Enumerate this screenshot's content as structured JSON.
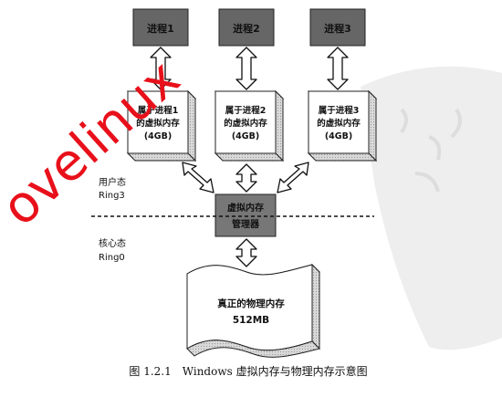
{
  "processes": [
    {
      "top_label": "进程1",
      "memory_lines": [
        "属于进程1",
        "的虚拟内存",
        "(4GB)"
      ]
    },
    {
      "top_label": "进程2",
      "memory_lines": [
        "属于进程2",
        "的虚拟内存",
        "(4GB)"
      ]
    },
    {
      "top_label": "进程3",
      "memory_lines": [
        "属于进程3",
        "的虚拟内存",
        "(4GB)"
      ]
    }
  ],
  "user_mode": {
    "line1": "用户态",
    "line2": "Ring3"
  },
  "kernel_mode": {
    "line1": "核心态",
    "line2": "Ring0"
  },
  "vmm": {
    "line1": "虚拟内存",
    "line2": "管理器"
  },
  "physical": {
    "line1": "真正的物理内存",
    "line2": "512MB"
  },
  "caption": "图 1.2.1　Windows 虚拟内存与物理内存示意图",
  "watermark": {
    "text": "ovelinux"
  },
  "colors": {
    "process_box": "#666666",
    "memory_box": "#ffffff",
    "watermark": "#e8101a"
  }
}
